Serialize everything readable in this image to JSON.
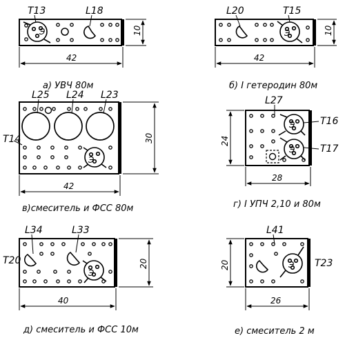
{
  "boards": [
    {
      "id": "a",
      "caption": "а) УВЧ 80м",
      "width_dim": "42",
      "height_dim": "10",
      "components": [
        "Т13",
        "L18"
      ]
    },
    {
      "id": "b",
      "caption": "б) I гетеродин 80м",
      "width_dim": "42",
      "height_dim": "10",
      "components": [
        "L20",
        "Т15"
      ]
    },
    {
      "id": "v",
      "caption": "в)смеситель и ФСС 80м",
      "width_dim": "42",
      "height_dim": "30",
      "components": [
        "L25",
        "L24",
        "L23",
        "Т14"
      ]
    },
    {
      "id": "g",
      "caption": "г) I УПЧ 2,10 и 80м",
      "width_dim": "28",
      "height_dim": "24",
      "components": [
        "L27",
        "Т16",
        "Т17"
      ]
    },
    {
      "id": "d",
      "caption": "д) смеситель и ФСС 10м",
      "width_dim": "40",
      "height_dim": "20",
      "components": [
        "L34",
        "L33",
        "Т20"
      ]
    },
    {
      "id": "e",
      "caption": "е) смеситель 2 м",
      "width_dim": "26",
      "height_dim": "20",
      "components": [
        "L41",
        "Т23"
      ]
    }
  ],
  "pin_label": "Э"
}
